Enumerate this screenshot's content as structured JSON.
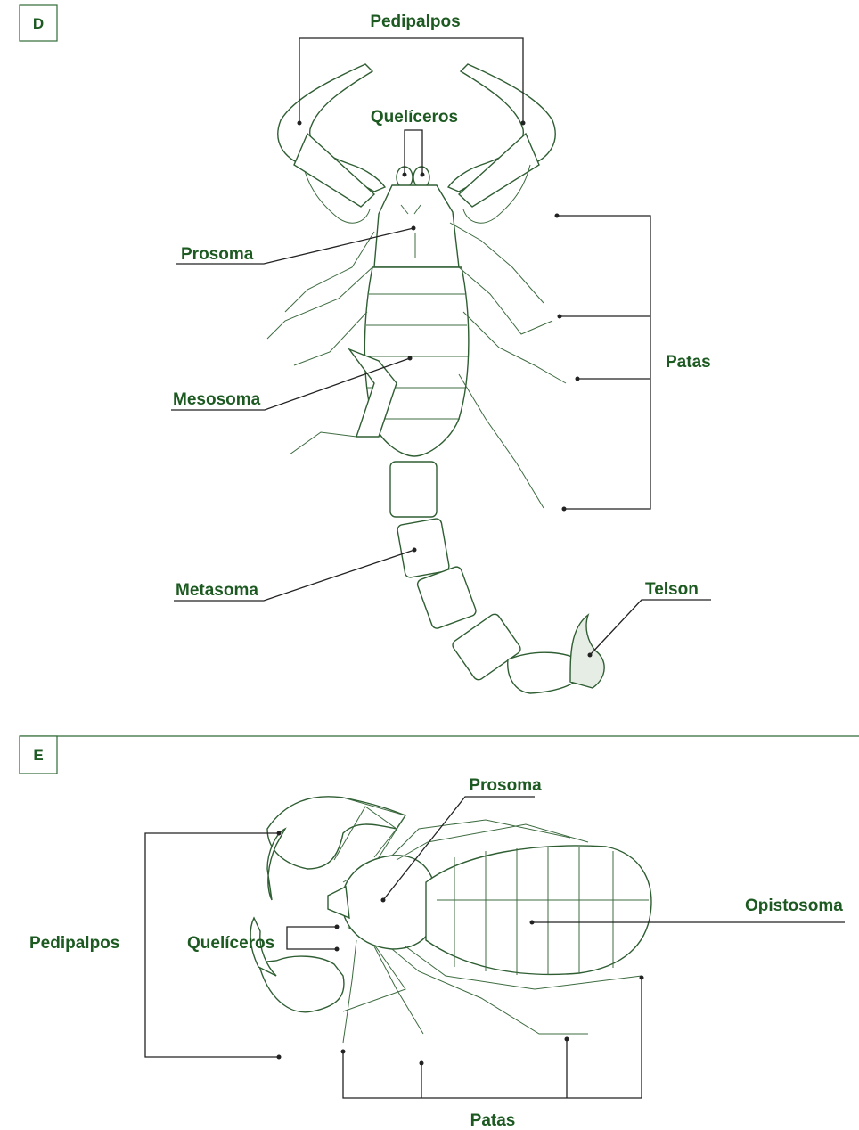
{
  "panel_d": {
    "letter": "D",
    "labels": {
      "pedipalpos": "Pedipalpos",
      "queliceros": "Quelíceros",
      "prosoma": "Prosoma",
      "mesosoma": "Mesosoma",
      "metasoma": "Metasoma",
      "telson": "Telson",
      "patas": "Patas"
    }
  },
  "panel_e": {
    "letter": "E",
    "labels": {
      "prosoma": "Prosoma",
      "opistosoma": "Opistosoma",
      "pedipalpos": "Pedipalpos",
      "queliceros": "Quelíceros",
      "patas": "Patas"
    }
  },
  "colors": {
    "accent": "#1d5a22",
    "line_art": "#2f5e33",
    "leader": "#222222"
  }
}
